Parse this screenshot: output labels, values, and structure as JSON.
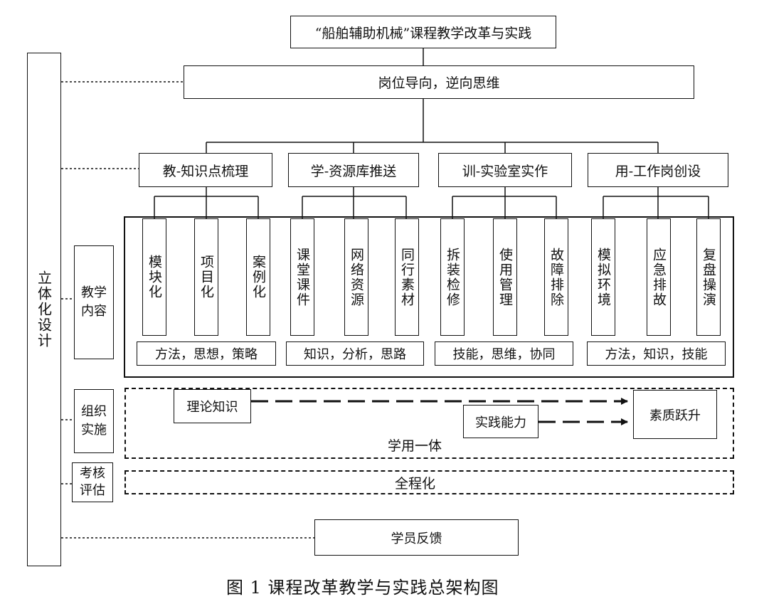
{
  "title": "“船舶辅助机械”课程教学改革与实践",
  "guide": "岗位导向，逆向思维",
  "left_bar": "立体化设计",
  "side_labels": {
    "content": "教学内容",
    "organize": "组织实施",
    "assess": "考核评估"
  },
  "branches": [
    {
      "label": "教-知识点梳理",
      "subs": [
        "模块化",
        "项目化",
        "案例化"
      ],
      "summary": "方法，思想，策略"
    },
    {
      "label": "学-资源库推送",
      "subs": [
        "课堂课件",
        "网络资源",
        "同行素材"
      ],
      "summary": "知识，分析，思路"
    },
    {
      "label": "训-实验室实作",
      "subs": [
        "拆装检修",
        "使用管理",
        "故障排除"
      ],
      "summary": "技能，思维，协同"
    },
    {
      "label": "用-工作岗创设",
      "subs": [
        "模拟环境",
        "应急排故",
        "复盘操演"
      ],
      "summary": "方法，知识，技能"
    }
  ],
  "org": {
    "theory": "理论知识",
    "practice": "实践能力",
    "quality": "素质跃升",
    "unity": "学用一体"
  },
  "assess_text": "全程化",
  "feedback": "学员反馈",
  "caption": "图 1 课程改革教学与实践总架构图"
}
